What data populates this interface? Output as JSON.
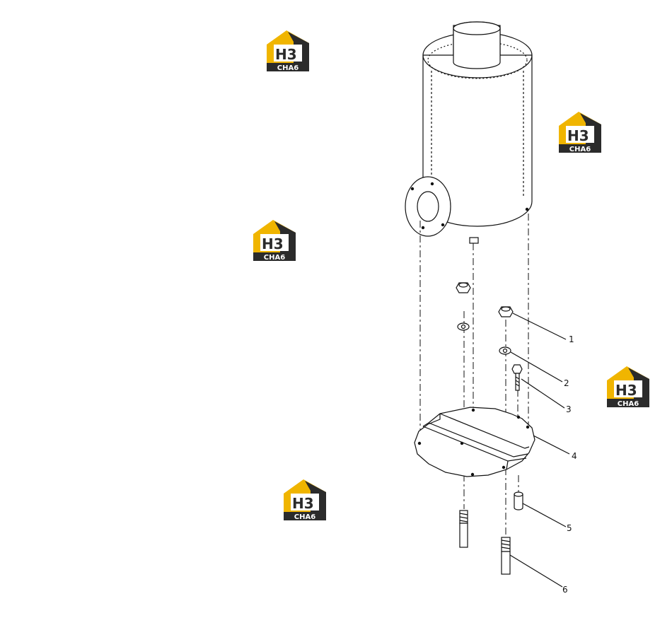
{
  "callouts": [
    {
      "label": "1"
    },
    {
      "label": "2"
    },
    {
      "label": "3"
    },
    {
      "label": "4"
    },
    {
      "label": "5"
    },
    {
      "label": "6"
    }
  ],
  "watermark": {
    "mark_text": "H3",
    "sub_text": "CHA6",
    "brand_color": "#f0b500",
    "dark_color": "#2b2b2b",
    "icon": "house-logo-icon"
  }
}
